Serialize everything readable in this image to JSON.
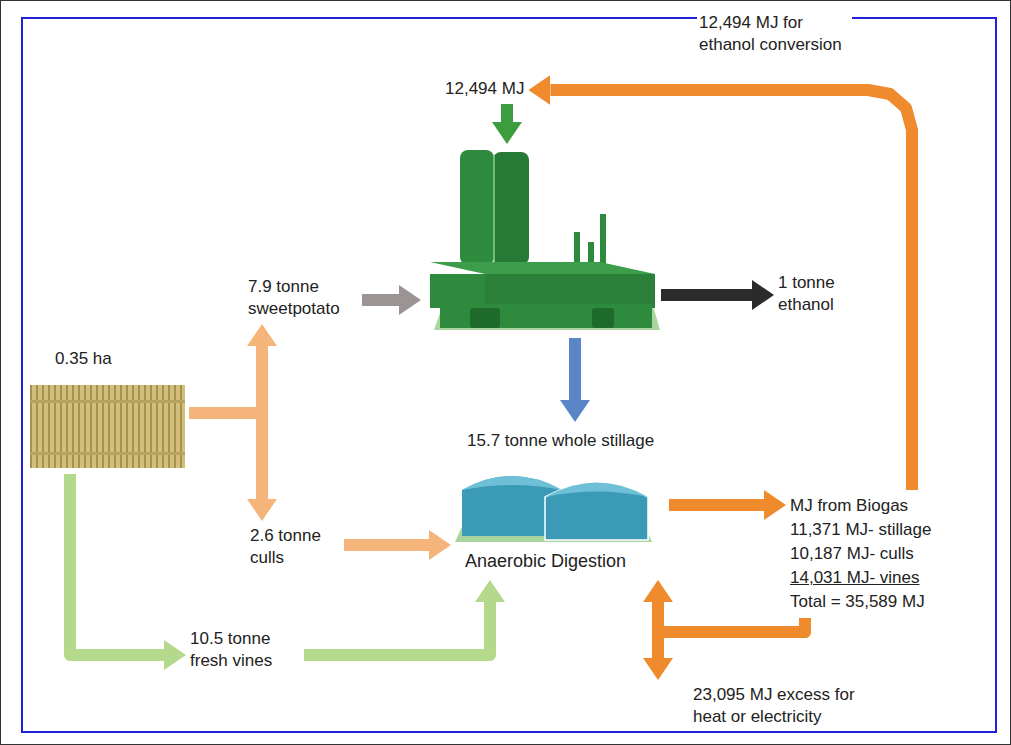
{
  "diagram": {
    "nodes": [
      {
        "text": [
          "0.35 ha"
        ]
      },
      {
        "text": [
          "7.9 tonne sweetpotato"
        ]
      },
      {
        "text": [
          "2.6 tonne culls"
        ]
      },
      {
        "text": [
          "10.5 tonne fresh vines"
        ]
      },
      {
        "text": []
      },
      {
        "text": [
          "12,494 MJ"
        ]
      },
      {
        "text": [
          "1 tonne ethanol"
        ]
      },
      {
        "text": [
          "Anaerobic Digestion"
        ]
      },
      {
        "text": [
          "MJ from Biogas",
          "11,371 MJ- stillage",
          "10,187 MJ- culls",
          "14,031 MJ- vines",
          "Total = 35,589 MJ"
        ]
      },
      {
        "text": [
          "23,095 MJ excess for heat or electricity"
        ]
      }
    ],
    "edges": [
      {
        "from": 0,
        "to": 1,
        "arrow": "to"
      },
      {
        "from": 0,
        "to": 2,
        "arrow": "to"
      },
      {
        "from": 0,
        "to": 3,
        "arrow": "to"
      },
      {
        "from": 1,
        "to": 4,
        "arrow": "to"
      },
      {
        "from": 2,
        "to": 7,
        "arrow": "to"
      },
      {
        "from": 3,
        "to": 7,
        "arrow": "to"
      },
      {
        "from": 5,
        "to": 4,
        "arrow": "to"
      },
      {
        "from": 4,
        "to": 6,
        "arrow": "to"
      },
      {
        "from": 4,
        "to": 7,
        "label": "15.7 tonne whole stillage",
        "arrow": "to"
      },
      {
        "from": 7,
        "to": 8,
        "arrow": "to"
      },
      {
        "from": 8,
        "to": 5,
        "label": "12,494 MJ for ethanol conversion",
        "arrow": "to"
      },
      {
        "from": 8,
        "to": 7,
        "arrow": "to"
      },
      {
        "from": 8,
        "to": 9,
        "arrow": "to"
      }
    ]
  }
}
